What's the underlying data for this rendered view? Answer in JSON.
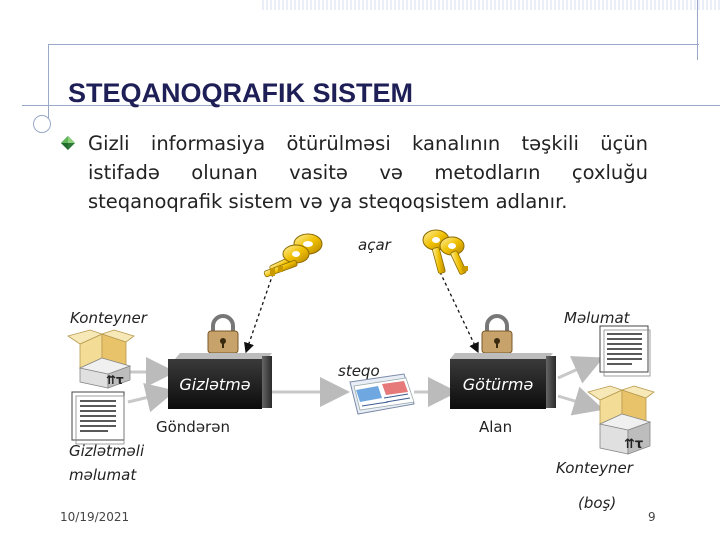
{
  "slide": {
    "title": "STEQANOQRAFIK SISTEM",
    "paragraph_lines": [
      "Gizli informasiya ötürülməsi kanalının təşkili  üçün",
      "istifadə  olunan  vasitə  və  metodların  çoxluğu",
      "steqanoqrafik sistem və  ya steqoqsistem adlanır."
    ],
    "date": "10/19/2021",
    "page_number": "9"
  },
  "diagram": {
    "key_label": "açar",
    "container_label_left": "Konteyner",
    "message_label_right": "Məlumat",
    "hide_box_label": "Gizlətmə",
    "extract_box_label": "Götürmə",
    "stego_label": "steqo",
    "sender_label": "Göndərən",
    "receiver_label": "Alan",
    "secret_label_line1": "Gizlətməli",
    "secret_label_line2": "məlumat",
    "container_label_right": "Konteyner",
    "empty_label": "(boş)"
  },
  "colors": {
    "title": "#1f1f57",
    "accent_line": "#9aa9c8",
    "key": "#e8b400",
    "box": "#111111",
    "box_text": "#ffffff",
    "folder": "#f0d488"
  },
  "icons": [
    "diamond-bullet-icon",
    "key-icon",
    "padlock-icon",
    "open-box-icon",
    "document-icon",
    "stego-papers-icon"
  ]
}
